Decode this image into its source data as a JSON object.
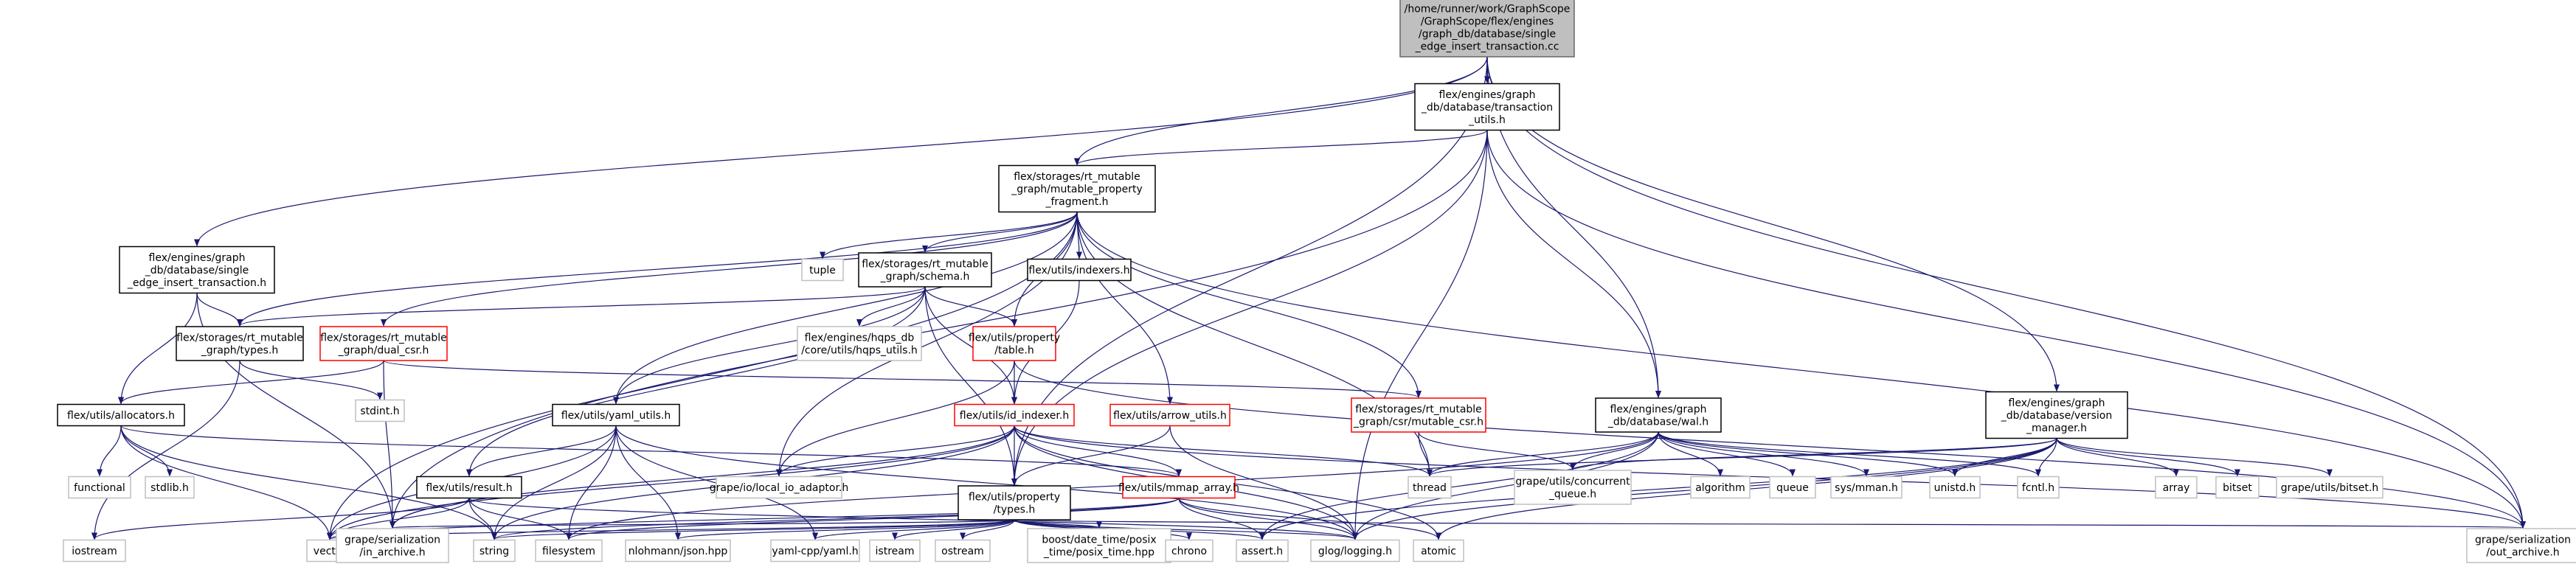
{
  "colors": {
    "edge": "#191970",
    "node_border": "#000000",
    "node_border_incomplete": "#ff0000",
    "node_border_external": "#bfbfbf",
    "root_fill": "#bfbfbf",
    "background": "#ffffff"
  },
  "nodes": [
    {
      "id": "root",
      "lines": [
        "/home/runner/work/GraphScope",
        "/GraphScope/flex/engines",
        "/graph_db/database/single",
        "_edge_insert_transaction.cc"
      ],
      "style": "root"
    },
    {
      "id": "transaction_utils",
      "lines": [
        "flex/engines/graph",
        "_db/database/transaction",
        "_utils.h"
      ],
      "style": "normal"
    },
    {
      "id": "mutable_property_fragment",
      "lines": [
        "flex/storages/rt_mutable",
        "_graph/mutable_property",
        "_fragment.h"
      ],
      "style": "normal"
    },
    {
      "id": "single_edge_insert_transaction",
      "lines": [
        "flex/engines/graph",
        "_db/database/single",
        "_edge_insert_transaction.h"
      ],
      "style": "normal"
    },
    {
      "id": "tuple",
      "lines": [
        "tuple"
      ],
      "style": "external"
    },
    {
      "id": "schema",
      "lines": [
        "flex/storages/rt_mutable",
        "_graph/schema.h"
      ],
      "style": "normal"
    },
    {
      "id": "indexers",
      "lines": [
        "flex/utils/indexers.h"
      ],
      "style": "normal"
    },
    {
      "id": "rt_types",
      "lines": [
        "flex/storages/rt_mutable",
        "_graph/types.h"
      ],
      "style": "normal"
    },
    {
      "id": "dual_csr",
      "lines": [
        "flex/storages/rt_mutable",
        "_graph/dual_csr.h"
      ],
      "style": "incomplete"
    },
    {
      "id": "hqps_utils",
      "lines": [
        "flex/engines/hqps_db",
        "/core/utils/hqps_utils.h"
      ],
      "style": "external"
    },
    {
      "id": "property_table",
      "lines": [
        "flex/utils/property",
        "/table.h"
      ],
      "style": "incomplete"
    },
    {
      "id": "stdint",
      "lines": [
        "stdint.h"
      ],
      "style": "external"
    },
    {
      "id": "allocators",
      "lines": [
        "flex/utils/allocators.h"
      ],
      "style": "normal"
    },
    {
      "id": "yaml_utils",
      "lines": [
        "flex/utils/yaml_utils.h"
      ],
      "style": "normal"
    },
    {
      "id": "id_indexer",
      "lines": [
        "flex/utils/id_indexer.h"
      ],
      "style": "incomplete"
    },
    {
      "id": "arrow_utils",
      "lines": [
        "flex/utils/arrow_utils.h"
      ],
      "style": "incomplete"
    },
    {
      "id": "mutable_csr",
      "lines": [
        "flex/storages/rt_mutable",
        "_graph/csr/mutable_csr.h"
      ],
      "style": "incomplete"
    },
    {
      "id": "wal",
      "lines": [
        "flex/engines/graph",
        "_db/database/wal.h"
      ],
      "style": "normal"
    },
    {
      "id": "version_manager",
      "lines": [
        "flex/engines/graph",
        "_db/database/version",
        "_manager.h"
      ],
      "style": "normal"
    },
    {
      "id": "functional",
      "lines": [
        "functional"
      ],
      "style": "external"
    },
    {
      "id": "stdlib",
      "lines": [
        "stdlib.h"
      ],
      "style": "external"
    },
    {
      "id": "result",
      "lines": [
        "flex/utils/result.h"
      ],
      "style": "normal"
    },
    {
      "id": "local_io_adaptor",
      "lines": [
        "grape/io/local_io_adaptor.h"
      ],
      "style": "external"
    },
    {
      "id": "property_types",
      "lines": [
        "flex/utils/property",
        "/types.h"
      ],
      "style": "normal"
    },
    {
      "id": "mmap_array",
      "lines": [
        "flex/utils/mmap_array.h"
      ],
      "style": "incomplete"
    },
    {
      "id": "thread",
      "lines": [
        "thread"
      ],
      "style": "external"
    },
    {
      "id": "concurrent_queue",
      "lines": [
        "grape/utils/concurrent",
        "_queue.h"
      ],
      "style": "external"
    },
    {
      "id": "algorithm",
      "lines": [
        "algorithm"
      ],
      "style": "external"
    },
    {
      "id": "queue",
      "lines": [
        "queue"
      ],
      "style": "external"
    },
    {
      "id": "sys_mman",
      "lines": [
        "sys/mman.h"
      ],
      "style": "external"
    },
    {
      "id": "unistd",
      "lines": [
        "unistd.h"
      ],
      "style": "external"
    },
    {
      "id": "fcntl",
      "lines": [
        "fcntl.h"
      ],
      "style": "external"
    },
    {
      "id": "array",
      "lines": [
        "array"
      ],
      "style": "external"
    },
    {
      "id": "bitset",
      "lines": [
        "bitset"
      ],
      "style": "external"
    },
    {
      "id": "grape_bitset",
      "lines": [
        "grape/utils/bitset.h"
      ],
      "style": "external"
    },
    {
      "id": "iostream",
      "lines": [
        "iostream"
      ],
      "style": "external"
    },
    {
      "id": "vector",
      "lines": [
        "vector"
      ],
      "style": "external"
    },
    {
      "id": "in_archive",
      "lines": [
        "grape/serialization",
        "/in_archive.h"
      ],
      "style": "external"
    },
    {
      "id": "string",
      "lines": [
        "string"
      ],
      "style": "external"
    },
    {
      "id": "filesystem",
      "lines": [
        "filesystem"
      ],
      "style": "external"
    },
    {
      "id": "nlohmann_json",
      "lines": [
        "nlohmann/json.hpp"
      ],
      "style": "external"
    },
    {
      "id": "yaml_cpp",
      "lines": [
        "yaml-cpp/yaml.h"
      ],
      "style": "external"
    },
    {
      "id": "istream",
      "lines": [
        "istream"
      ],
      "style": "external"
    },
    {
      "id": "ostream",
      "lines": [
        "ostream"
      ],
      "style": "external"
    },
    {
      "id": "posix_time",
      "lines": [
        "boost/date_time/posix",
        "_time/posix_time.hpp"
      ],
      "style": "external"
    },
    {
      "id": "chrono",
      "lines": [
        "chrono"
      ],
      "style": "external"
    },
    {
      "id": "assert",
      "lines": [
        "assert.h"
      ],
      "style": "external"
    },
    {
      "id": "glog",
      "lines": [
        "glog/logging.h"
      ],
      "style": "external"
    },
    {
      "id": "atomic",
      "lines": [
        "atomic"
      ],
      "style": "external"
    },
    {
      "id": "out_archive",
      "lines": [
        "grape/serialization",
        "/out_archive.h"
      ],
      "style": "external"
    }
  ],
  "edges": [
    [
      "root",
      "transaction_utils"
    ],
    [
      "root",
      "mutable_property_fragment"
    ],
    [
      "root",
      "single_edge_insert_transaction"
    ],
    [
      "root",
      "property_types"
    ],
    [
      "root",
      "wal"
    ],
    [
      "root",
      "version_manager"
    ],
    [
      "root",
      "out_archive"
    ],
    [
      "transaction_utils",
      "mutable_property_fragment"
    ],
    [
      "transaction_utils",
      "wal"
    ],
    [
      "transaction_utils",
      "property_types"
    ],
    [
      "transaction_utils",
      "in_archive"
    ],
    [
      "transaction_utils",
      "glog"
    ],
    [
      "transaction_utils",
      "out_archive"
    ],
    [
      "mutable_property_fragment",
      "tuple"
    ],
    [
      "mutable_property_fragment",
      "schema"
    ],
    [
      "mutable_property_fragment",
      "indexers"
    ],
    [
      "mutable_property_fragment",
      "rt_types"
    ],
    [
      "mutable_property_fragment",
      "dual_csr"
    ],
    [
      "mutable_property_fragment",
      "property_table"
    ],
    [
      "mutable_property_fragment",
      "yaml_utils"
    ],
    [
      "mutable_property_fragment",
      "arrow_utils"
    ],
    [
      "mutable_property_fragment",
      "mutable_csr"
    ],
    [
      "mutable_property_fragment",
      "local_io_adaptor"
    ],
    [
      "mutable_property_fragment",
      "vector"
    ],
    [
      "mutable_property_fragment",
      "thread"
    ],
    [
      "mutable_property_fragment",
      "out_archive"
    ],
    [
      "single_edge_insert_transaction",
      "rt_types"
    ],
    [
      "single_edge_insert_transaction",
      "allocators"
    ],
    [
      "single_edge_insert_transaction",
      "in_archive"
    ],
    [
      "schema",
      "rt_types"
    ],
    [
      "schema",
      "hqps_utils"
    ],
    [
      "schema",
      "property_table"
    ],
    [
      "schema",
      "id_indexer"
    ],
    [
      "schema",
      "yaml_utils"
    ],
    [
      "schema",
      "result"
    ],
    [
      "schema",
      "property_types"
    ],
    [
      "indexers",
      "id_indexer"
    ],
    [
      "rt_types",
      "stdint"
    ],
    [
      "rt_types",
      "iostream"
    ],
    [
      "dual_csr",
      "allocators"
    ],
    [
      "dual_csr",
      "mutable_csr"
    ],
    [
      "dual_csr",
      "in_archive"
    ],
    [
      "property_table",
      "id_indexer"
    ],
    [
      "property_table",
      "local_io_adaptor"
    ],
    [
      "property_table",
      "out_archive"
    ],
    [
      "allocators",
      "functional"
    ],
    [
      "allocators",
      "stdlib"
    ],
    [
      "allocators",
      "mmap_array"
    ],
    [
      "allocators",
      "vector"
    ],
    [
      "allocators",
      "string"
    ],
    [
      "yaml_utils",
      "result"
    ],
    [
      "yaml_utils",
      "vector"
    ],
    [
      "yaml_utils",
      "string"
    ],
    [
      "yaml_utils",
      "filesystem"
    ],
    [
      "yaml_utils",
      "nlohmann_json"
    ],
    [
      "yaml_utils",
      "yaml_cpp"
    ],
    [
      "yaml_utils",
      "glog"
    ],
    [
      "id_indexer",
      "property_types"
    ],
    [
      "id_indexer",
      "mmap_array"
    ],
    [
      "id_indexer",
      "local_io_adaptor"
    ],
    [
      "id_indexer",
      "vector"
    ],
    [
      "id_indexer",
      "in_archive"
    ],
    [
      "id_indexer",
      "string"
    ],
    [
      "id_indexer",
      "glog"
    ],
    [
      "id_indexer",
      "atomic"
    ],
    [
      "id_indexer",
      "thread"
    ],
    [
      "id_indexer",
      "out_archive"
    ],
    [
      "arrow_utils",
      "property_types"
    ],
    [
      "arrow_utils",
      "glog"
    ],
    [
      "mutable_csr",
      "concurrent_queue"
    ],
    [
      "mutable_csr",
      "thread"
    ],
    [
      "wal",
      "thread"
    ],
    [
      "wal",
      "concurrent_queue"
    ],
    [
      "wal",
      "algorithm"
    ],
    [
      "wal",
      "queue"
    ],
    [
      "wal",
      "sys_mman"
    ],
    [
      "wal",
      "unistd"
    ],
    [
      "wal",
      "fcntl"
    ],
    [
      "wal",
      "filesystem"
    ],
    [
      "wal",
      "assert"
    ],
    [
      "wal",
      "glog"
    ],
    [
      "version_manager",
      "thread"
    ],
    [
      "version_manager",
      "concurrent_queue"
    ],
    [
      "version_manager",
      "unistd"
    ],
    [
      "version_manager",
      "fcntl"
    ],
    [
      "version_manager",
      "array"
    ],
    [
      "version_manager",
      "bitset"
    ],
    [
      "version_manager",
      "grape_bitset"
    ],
    [
      "version_manager",
      "assert"
    ],
    [
      "version_manager",
      "glog"
    ],
    [
      "version_manager",
      "atomic"
    ],
    [
      "result",
      "iostream"
    ],
    [
      "result",
      "vector"
    ],
    [
      "result",
      "string"
    ],
    [
      "result",
      "filesystem"
    ],
    [
      "result",
      "glog"
    ],
    [
      "property_types",
      "vector"
    ],
    [
      "property_types",
      "in_archive"
    ],
    [
      "property_types",
      "string"
    ],
    [
      "property_types",
      "nlohmann_json"
    ],
    [
      "property_types",
      "yaml_cpp"
    ],
    [
      "property_types",
      "istream"
    ],
    [
      "property_types",
      "ostream"
    ],
    [
      "property_types",
      "posix_time"
    ],
    [
      "property_types",
      "chrono"
    ],
    [
      "property_types",
      "assert"
    ],
    [
      "property_types",
      "glog"
    ],
    [
      "property_types",
      "out_archive"
    ],
    [
      "mmap_array",
      "vector"
    ],
    [
      "mmap_array",
      "string"
    ],
    [
      "mmap_array",
      "filesystem"
    ],
    [
      "mmap_array",
      "assert"
    ],
    [
      "mmap_array",
      "glog"
    ],
    [
      "mmap_array",
      "atomic"
    ]
  ]
}
